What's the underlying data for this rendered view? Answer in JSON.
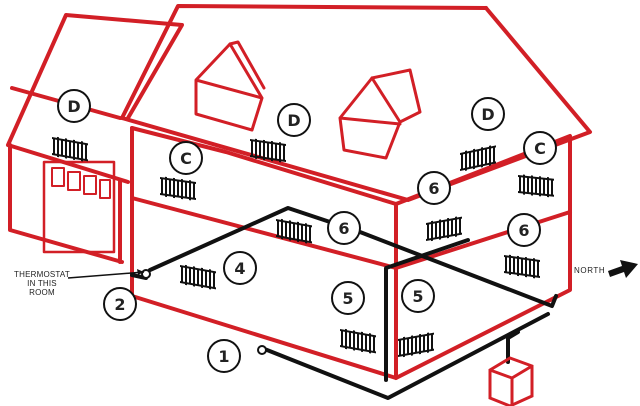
{
  "house": {
    "color_wall": "#d21f26",
    "color_pipe": "#111111",
    "color_ink": "#222222"
  },
  "zones": {
    "d1": "D",
    "d2": "D",
    "d3": "D",
    "c1": "C",
    "c2": "C",
    "z6a": "6",
    "z6b": "6",
    "z6c": "6",
    "z5a": "5",
    "z5b": "5",
    "z4": "4",
    "z2": "2",
    "z1": "1"
  },
  "thermostat_label": {
    "line1": "THERMOSTAT",
    "line2": "IN THIS",
    "line3": "ROOM"
  },
  "compass": {
    "label": "NORTH"
  },
  "icons": {
    "radiator": "radiator-icon",
    "boiler": "boiler-icon",
    "arrow": "north-arrow-icon"
  }
}
